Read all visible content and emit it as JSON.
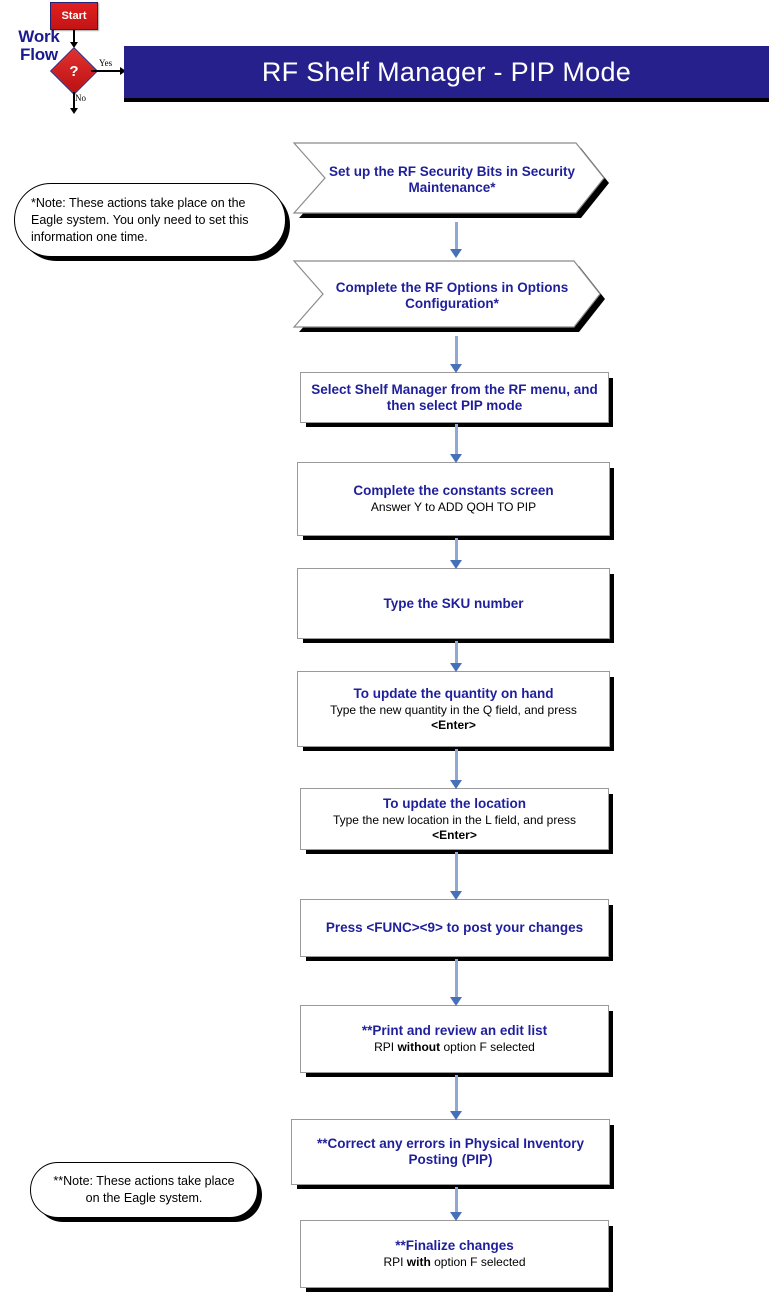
{
  "logo": {
    "wf_line1": "Work",
    "wf_line2": "Flow",
    "start_label": "Start",
    "decision_label": "?",
    "yes_label": "Yes",
    "no_label": "No"
  },
  "header": {
    "title": "RF Shelf Manager - PIP Mode",
    "banner_color": "#26208C",
    "title_color": "#FFFFFF"
  },
  "theme": {
    "node_text_color": "#1F1F9C",
    "sub_text_color": "#000000",
    "arrow_color": "#4671B8",
    "shaft_color": "#8FA9D6",
    "shadow_color": "#000000",
    "node_border_color": "#9A9A9A"
  },
  "notes": [
    {
      "name": "note-eagle-one-time",
      "text": "*Note: These actions take place on the Eagle system. You only need to set this information one time.",
      "align": "left"
    },
    {
      "name": "note-eagle-system",
      "text": "**Note: These actions take place on the Eagle system.",
      "align": "center"
    }
  ],
  "flow": {
    "nodes": [
      {
        "id": "set-rf-security-bits",
        "shape": "hexagon",
        "title": "Set up the RF Security Bits in Security Maintenance*",
        "subtitle": ""
      },
      {
        "id": "complete-rf-options",
        "shape": "hexagon",
        "title": "Complete the RF Options in Options Configuration*",
        "subtitle": ""
      },
      {
        "id": "select-shelf-manager",
        "shape": "rectangle",
        "title": "Select Shelf Manager from the RF menu, and then select PIP mode",
        "subtitle": ""
      },
      {
        "id": "complete-constants-screen",
        "shape": "rectangle",
        "title": "Complete the constants screen",
        "subtitle": "Answer Y to ADD QOH TO PIP"
      },
      {
        "id": "type-sku-number",
        "shape": "rectangle",
        "title": "Type the SKU number",
        "subtitle": ""
      },
      {
        "id": "update-quantity-on-hand",
        "shape": "rectangle",
        "title": "To update the quantity on hand",
        "subtitle": "Type the new quantity in the Q field, and press <Enter>"
      },
      {
        "id": "update-location",
        "shape": "rectangle",
        "title": "To update the location",
        "subtitle": "Type the new location in the L field, and press <Enter>"
      },
      {
        "id": "post-changes",
        "shape": "rectangle",
        "title": "Press <FUNC><9> to post your changes",
        "subtitle": ""
      },
      {
        "id": "print-review-edit-list",
        "shape": "rectangle",
        "title": "**Print and review an edit list",
        "subtitle": "RPI without option F selected"
      },
      {
        "id": "correct-errors-pip",
        "shape": "rectangle",
        "title": "**Correct any errors in Physical Inventory Posting (PIP)",
        "subtitle": ""
      },
      {
        "id": "finalize-changes",
        "shape": "rectangle",
        "title": "**Finalize changes",
        "subtitle": "RPI with option F selected"
      }
    ]
  }
}
